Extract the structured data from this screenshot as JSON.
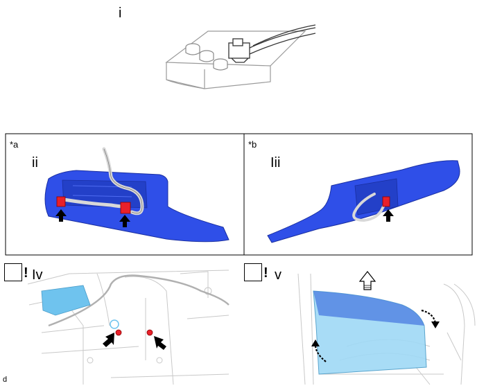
{
  "step1": {
    "label": "i"
  },
  "panel_a": {
    "tag": "*a",
    "label": "ii"
  },
  "panel_b": {
    "tag": "*b",
    "label": "Iii"
  },
  "step4": {
    "prefix": "!",
    "label": "Iv"
  },
  "step5": {
    "prefix": "!",
    "label": "v"
  },
  "corner_mark": "d",
  "colors": {
    "panel_blue": "#2f4fe8",
    "clip_red": "#e8202a",
    "glass_blue": "#6fc3ee",
    "line_gray": "#9a9a9a"
  }
}
